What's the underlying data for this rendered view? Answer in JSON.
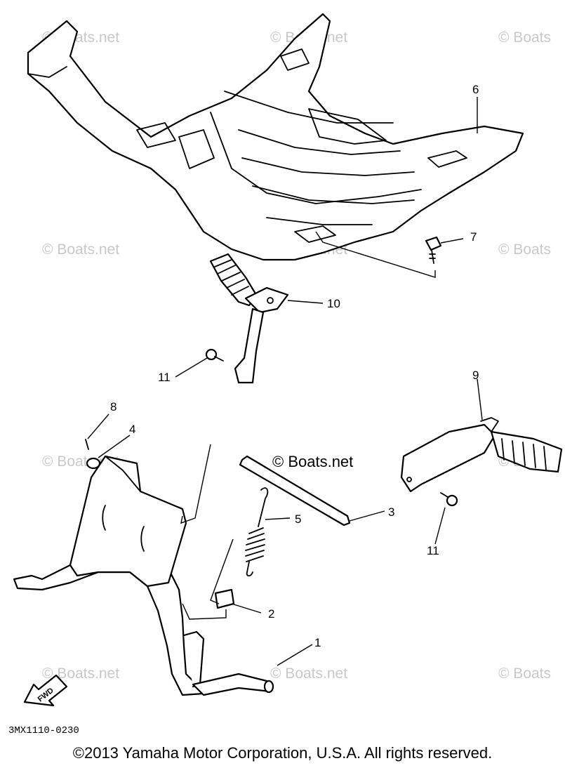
{
  "watermark_text": "© Boats.net",
  "watermark_partial": "© Boats",
  "center_watermark": "© Boats.net",
  "callouts": {
    "p1": "1",
    "p2": "2",
    "p3": "3",
    "p4": "4",
    "p5": "5",
    "p6": "6",
    "p7": "7",
    "p8": "8",
    "p9": "9",
    "p10": "10",
    "p11a": "11",
    "p11b": "11"
  },
  "fwd_label": "FWD",
  "diagram_code": "3MX1110-0230",
  "copyright": "©2013 Yamaha Motor Corporation, U.S.A. All rights reserved."
}
